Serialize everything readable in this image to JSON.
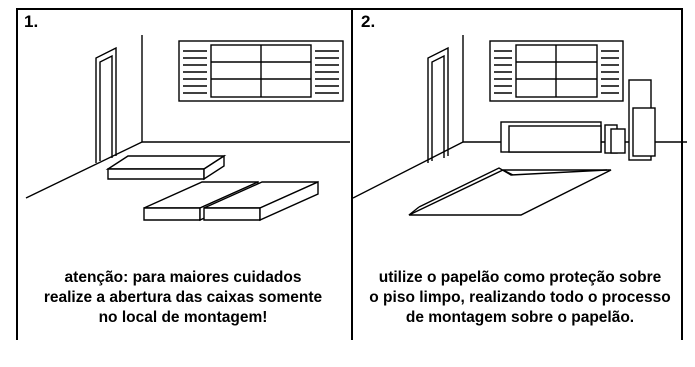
{
  "panels": [
    {
      "number": "1.",
      "caption": "atenção: para maiores cuidados\nrealize a abertura das caixas somente\nno local de montagem!"
    },
    {
      "number": "2.",
      "caption": "utilize o papelão como proteção sobre\no piso limpo, realizando todo o processo\nde montagem sobre o papelão."
    }
  ],
  "colors": {
    "line": "#000000",
    "background": "#ffffff"
  }
}
